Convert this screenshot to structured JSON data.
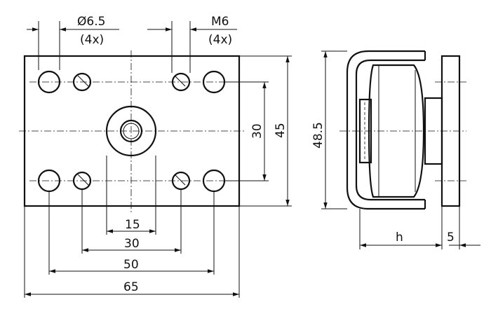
{
  "callouts": {
    "hole_diameter": "Ø6.5",
    "hole_count": "(4x)",
    "thread": "M6",
    "thread_count": "(4x)"
  },
  "dimensions": {
    "d15": "15",
    "d30_bottom": "30",
    "d50": "50",
    "d65": "65",
    "d30_vertical": "30",
    "d45": "45",
    "d48_5": "48.5",
    "h": "h",
    "d5": "5"
  }
}
